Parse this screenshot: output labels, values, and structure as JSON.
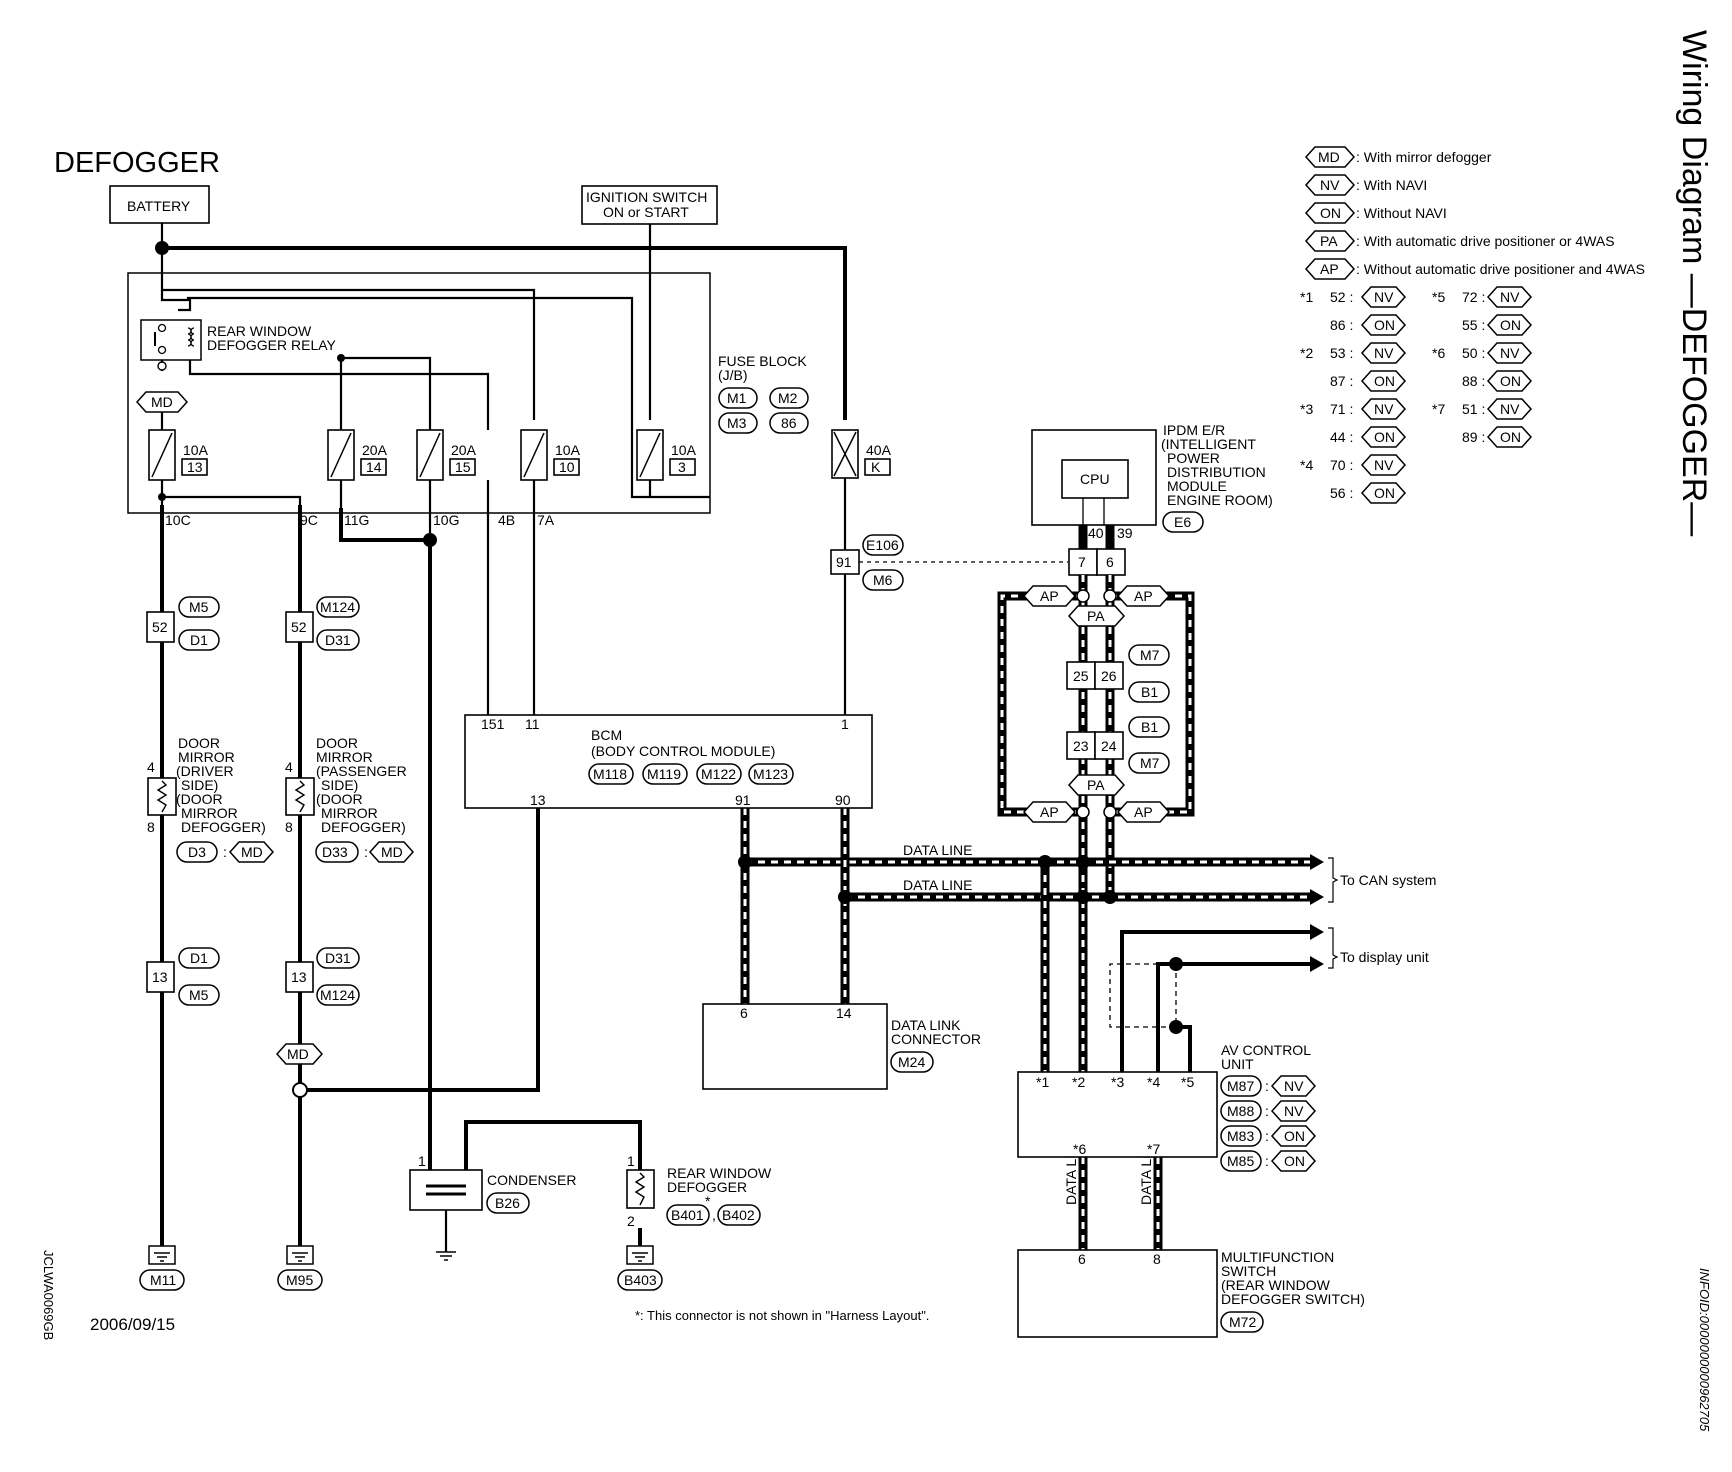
{
  "header": {
    "title": "DEFOGGER",
    "side_title": "Wiring Diagram —DEFOGGER—",
    "diagram_id": "JCLWA0069GB",
    "info_id": "INFOID:0000000000962705",
    "date": "2006/09/15"
  },
  "legend": {
    "codes": [
      {
        "tag": "MD",
        "text": ": With mirror defogger"
      },
      {
        "tag": "NV",
        "text": ": With NAVI"
      },
      {
        "tag": "ON",
        "text": ": Without NAVI"
      },
      {
        "tag": "PA",
        "text": ": With automatic drive positioner or 4WAS"
      },
      {
        "tag": "AP",
        "text": ": Without automatic drive positioner and 4WAS"
      }
    ],
    "stars": [
      {
        "mark": "*1",
        "rows": [
          {
            "pin": "52 :",
            "tag": "NV"
          },
          {
            "pin": "86 :",
            "tag": "ON"
          }
        ]
      },
      {
        "mark": "*2",
        "rows": [
          {
            "pin": "53 :",
            "tag": "NV"
          },
          {
            "pin": "87 :",
            "tag": "ON"
          }
        ]
      },
      {
        "mark": "*3",
        "rows": [
          {
            "pin": "71 :",
            "tag": "NV"
          },
          {
            "pin": "44 :",
            "tag": "ON"
          }
        ]
      },
      {
        "mark": "*4",
        "rows": [
          {
            "pin": "70 :",
            "tag": "NV"
          },
          {
            "pin": "56 :",
            "tag": "ON"
          }
        ]
      },
      {
        "mark": "*5",
        "rows": [
          {
            "pin": "72 :",
            "tag": "NV"
          },
          {
            "pin": "55 :",
            "tag": "ON"
          }
        ]
      },
      {
        "mark": "*6",
        "rows": [
          {
            "pin": "50 :",
            "tag": "NV"
          },
          {
            "pin": "88 :",
            "tag": "ON"
          }
        ]
      },
      {
        "mark": "*7",
        "rows": [
          {
            "pin": "51 :",
            "tag": "NV"
          },
          {
            "pin": "89 :",
            "tag": "ON"
          }
        ]
      }
    ]
  },
  "components": {
    "battery": "BATTERY",
    "ignition": [
      "IGNITION SWITCH",
      "ON or START"
    ],
    "relay": [
      "REAR WINDOW",
      "DEFOGGER RELAY"
    ],
    "fuse_block": [
      "FUSE BLOCK",
      "(J/B)"
    ],
    "fuse_block_conns": [
      "M1",
      "M2",
      "M3",
      "86"
    ],
    "fuses": [
      {
        "amp": "10A",
        "no": "13"
      },
      {
        "amp": "20A",
        "no": "14"
      },
      {
        "amp": "20A",
        "no": "15"
      },
      {
        "amp": "10A",
        "no": "10"
      },
      {
        "amp": "10A",
        "no": "3"
      },
      {
        "amp": "40A",
        "no": "K"
      }
    ],
    "fuse_terminals": [
      "10C",
      "9C",
      "11G",
      "10G",
      "4B",
      "7A"
    ],
    "ipdm": [
      "IPDM E/R",
      "(INTELLIGENT",
      "POWER",
      "DISTRIBUTION",
      "MODULE",
      "ENGINE ROOM)"
    ],
    "ipdm_conn": "E6",
    "cpu": "CPU",
    "ipdm_pins": [
      "40",
      "39"
    ],
    "joint_91": {
      "pin": "91",
      "conns": [
        "E106",
        "M6"
      ]
    },
    "joint_76": [
      "7",
      "6"
    ],
    "bcm": [
      "BCM",
      "(BODY CONTROL MODULE)"
    ],
    "bcm_conns": [
      "M118",
      "M119",
      "M122",
      "M123"
    ],
    "bcm_pins": {
      "top": [
        "151",
        "11",
        "1"
      ],
      "bottom": [
        "13",
        "91",
        "90"
      ]
    },
    "door_driver": [
      "DOOR",
      "MIRROR",
      "(DRIVER",
      "SIDE)",
      "(DOOR",
      "MIRROR",
      "DEFOGGER)"
    ],
    "door_driver_conn": "D3",
    "door_passenger": [
      "DOOR",
      "MIRROR",
      "(PASSENGER",
      "SIDE)",
      "(DOOR",
      "MIRROR",
      "DEFOGGER)"
    ],
    "door_passenger_conn": "D33",
    "door_pins": [
      "4",
      "8"
    ],
    "left_joints": [
      {
        "pin": "52",
        "conns": [
          "M5",
          "D1"
        ]
      },
      {
        "pin": "52",
        "conns": [
          "M124",
          "D31"
        ]
      },
      {
        "pin": "13",
        "conns": [
          "D1",
          "M5"
        ]
      },
      {
        "pin": "13",
        "conns": [
          "D31",
          "M124"
        ]
      }
    ],
    "grounds": [
      "M11",
      "M95",
      "B403"
    ],
    "condenser": "CONDENSER",
    "condenser_conn": "B26",
    "condenser_pin": "1",
    "rear_defogger": [
      "REAR WINDOW",
      "DEFOGGER"
    ],
    "rear_defogger_star": "*",
    "rear_defogger_conns": [
      "B401",
      "B402"
    ],
    "rear_defogger_pins": [
      "1",
      "2"
    ],
    "pa_joints": [
      {
        "pins": [
          "25",
          "26"
        ],
        "conns": [
          "M7",
          "B1"
        ]
      },
      {
        "pins": [
          "23",
          "24"
        ],
        "conns": [
          "B1",
          "M7"
        ]
      }
    ],
    "data_line": "DATA LINE",
    "to_can": "To CAN system",
    "to_display": "To display unit",
    "dlc": [
      "DATA LINK",
      "CONNECTOR"
    ],
    "dlc_conn": "M24",
    "dlc_pins": [
      "6",
      "14"
    ],
    "av": [
      "AV CONTROL",
      "UNIT"
    ],
    "av_pins_top": [
      "*1",
      "*2",
      "*3",
      "*4",
      "*5"
    ],
    "av_pins_bottom": [
      "*6",
      "*7"
    ],
    "av_conns": [
      {
        "conn": "M87",
        "tag": "NV"
      },
      {
        "conn": "M88",
        "tag": "NV"
      },
      {
        "conn": "M83",
        "tag": "ON"
      },
      {
        "conn": "M85",
        "tag": "ON"
      }
    ],
    "mfs": [
      "MULTIFUNCTION",
      "SWITCH",
      "(REAR WINDOW",
      "DEFOGGER SWITCH)"
    ],
    "mfs_conn": "M72",
    "mfs_pins": [
      "6",
      "8"
    ],
    "footnote": "*: This connector is not shown in \"Harness Layout\"."
  }
}
